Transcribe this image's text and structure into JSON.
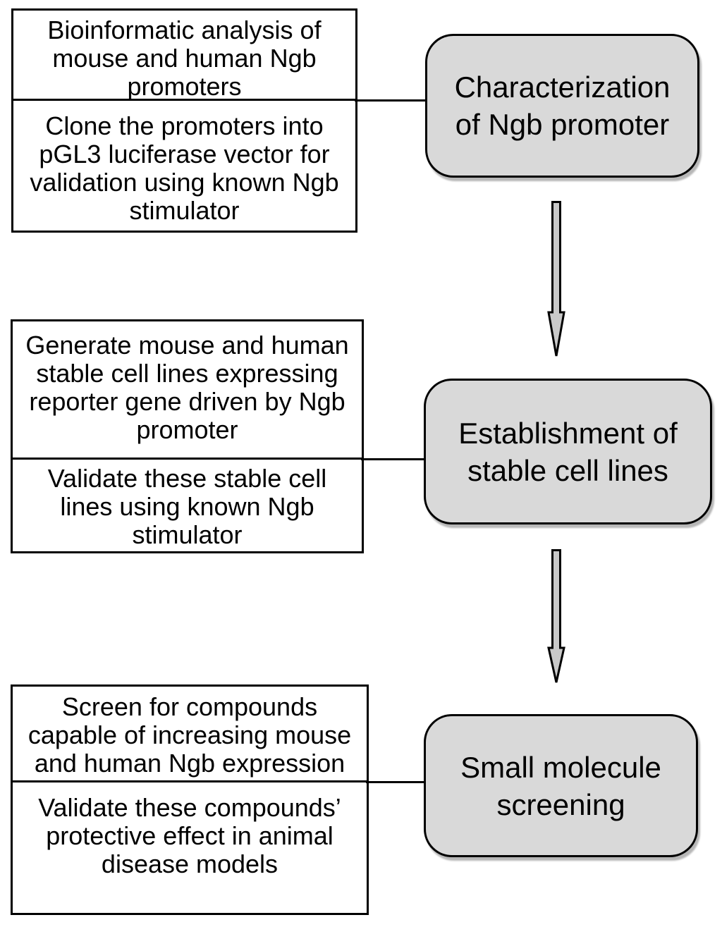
{
  "figure": {
    "rows": [
      {
        "tasks": [
          [
            "Bioinformatic analysis of",
            "mouse and human Ngb",
            "promoters"
          ],
          [
            "Clone the promoters into",
            "pGL3 luciferase vector for",
            "validation using known Ngb",
            "stimulator"
          ]
        ],
        "stage": [
          "Characterization",
          "of Ngb promoter"
        ]
      },
      {
        "tasks": [
          [
            "Generate mouse and human",
            "stable cell lines expressing",
            "reporter gene driven by Ngb",
            "promoter"
          ],
          [
            "Validate these stable cell",
            "lines using known Ngb",
            "stimulator"
          ]
        ],
        "stage": [
          "Establishment of",
          "stable cell lines"
        ]
      },
      {
        "tasks": [
          [
            "Screen for compounds",
            "capable of increasing mouse",
            "and human Ngb expression"
          ],
          [
            "Validate these compounds’",
            "protective effect in animal",
            "disease models"
          ]
        ],
        "stage": [
          "Small molecule",
          "screening"
        ]
      }
    ],
    "colors": {
      "stage_fill": "#d9d9d9",
      "arrow_fill": "#c9c9c9",
      "line": "#000000",
      "background": "#ffffff"
    }
  }
}
